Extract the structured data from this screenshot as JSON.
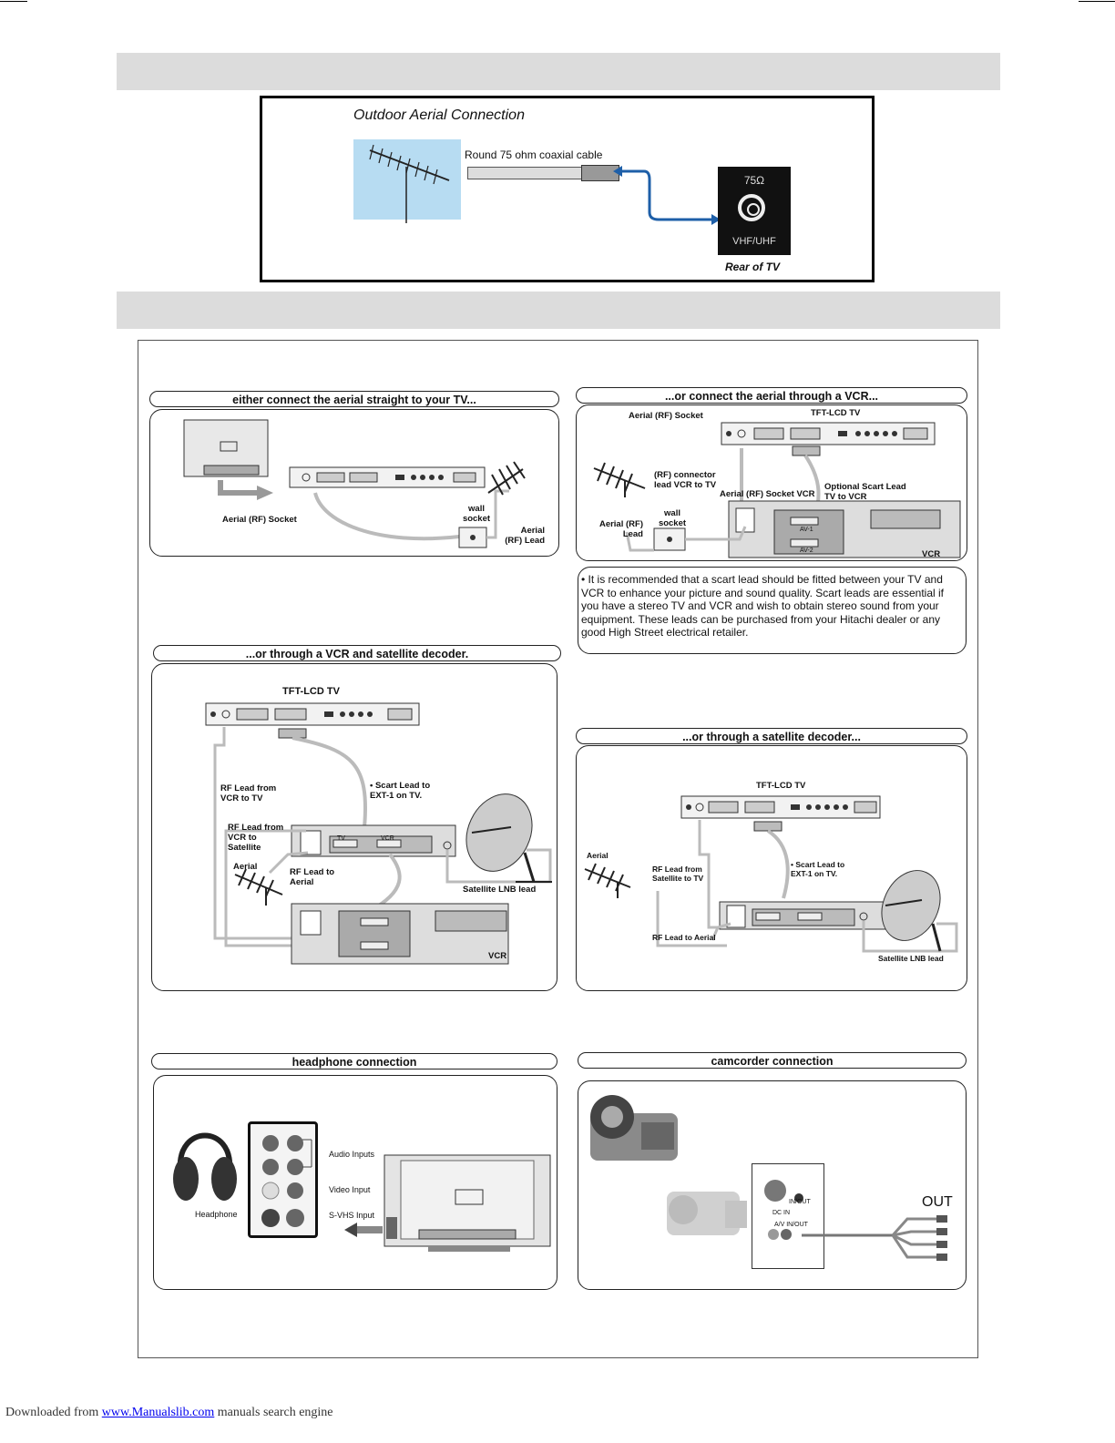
{
  "outdoor": {
    "title": "Outdoor Aerial Connection",
    "cable_label": "Round 75 ohm coaxial cable",
    "socket_ohm": "75Ω",
    "socket_label": "VHF/UHF",
    "rear_label": "Rear of TV"
  },
  "direct": {
    "title": "either connect the aerial straight to your TV...",
    "aerial_socket": "Aerial (RF) Socket",
    "wall_socket": "wall socket",
    "aerial_lead": "Aerial (RF) Lead"
  },
  "via_vcr": {
    "title": "...or connect the aerial through a VCR...",
    "aerial_socket": "Aerial (RF) Socket",
    "tv_label": "TFT-LCD TV",
    "rf_connector": "(RF) connector lead VCR to TV",
    "aerial_socket_vcr": "Aerial (RF) Socket VCR",
    "optional_scart": "Optional Scart Lead TV to VCR",
    "wall_socket": "wall socket",
    "aerial_lead": "Aerial (RF) Lead",
    "vcr_label": "VCR",
    "av1": "AV-1",
    "av2": "AV-2",
    "note": "• It is recommended that a scart lead should be fitted between your TV and VCR to enhance your picture and sound quality. Scart leads are essential if you have a stereo TV and VCR and wish to obtain stereo sound from your equipment. These leads can be purchased from your Hitachi dealer or any good High Street electrical retailer."
  },
  "vcr_satellite": {
    "title": "...or through a VCR and satellite decoder.",
    "tv_label": "TFT-LCD TV",
    "rf_vcr_tv": "RF Lead from VCR to TV",
    "scart_lead": "• Scart Lead to EXT-1 on TV.",
    "rf_vcr_sat": "RF Lead from VCR to Satellite",
    "aerial": "Aerial",
    "rf_aerial": "RF Lead to Aerial",
    "lnb": "Satellite LNB lead",
    "vcr_label": "VCR",
    "tv": "TV",
    "vcr": "VCR"
  },
  "satellite": {
    "title": "...or through a satellite decoder...",
    "tv_label": "TFT-LCD TV",
    "aerial": "Aerial",
    "rf_sat_tv": "RF Lead from Satellite to TV",
    "scart_lead": "• Scart Lead to EXT-1 on TV.",
    "rf_aerial": "RF Lead to Aerial",
    "lnb": "Satellite LNB lead"
  },
  "headphone": {
    "title": "headphone connection",
    "audio_inputs": "Audio Inputs",
    "video_input": "Video Input",
    "svhs_input": "S-VHS Input",
    "headphone": "Headphone"
  },
  "camcorder": {
    "title": "camcorder connection",
    "out": "OUT",
    "inout": "IN/OUT",
    "dcin": "DC IN",
    "avinout": "A/V IN/OUT"
  },
  "footer": {
    "prefix": "Downloaded from",
    "link": "www.Manualslib.com",
    "suffix": "manuals search engine"
  }
}
